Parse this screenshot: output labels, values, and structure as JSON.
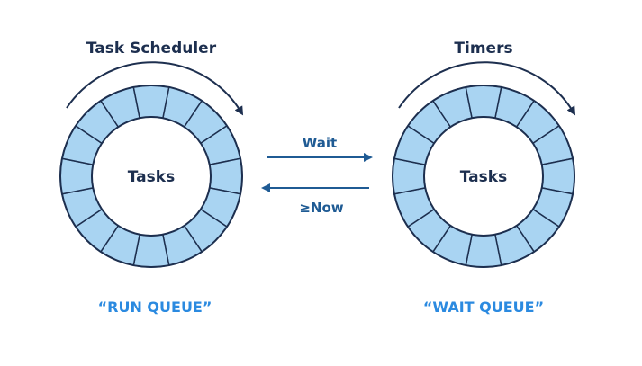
{
  "scheduler": {
    "title": "Task Scheduler",
    "center_label": "Tasks",
    "queue_label": "“RUN QUEUE”",
    "segments": 16
  },
  "timers": {
    "title": "Timers",
    "center_label": "Tasks",
    "queue_label": "“WAIT QUEUE”",
    "segments": 16
  },
  "arrows": {
    "forward_label": "Wait",
    "backward_label": "≥Now"
  },
  "colors": {
    "ring_fill": "#a9d4f2",
    "ring_stroke": "#1d2f4f",
    "title_text": "#1d2f4f",
    "arrow_blue": "#1f5b94",
    "queue_text": "#2b8ae0"
  }
}
